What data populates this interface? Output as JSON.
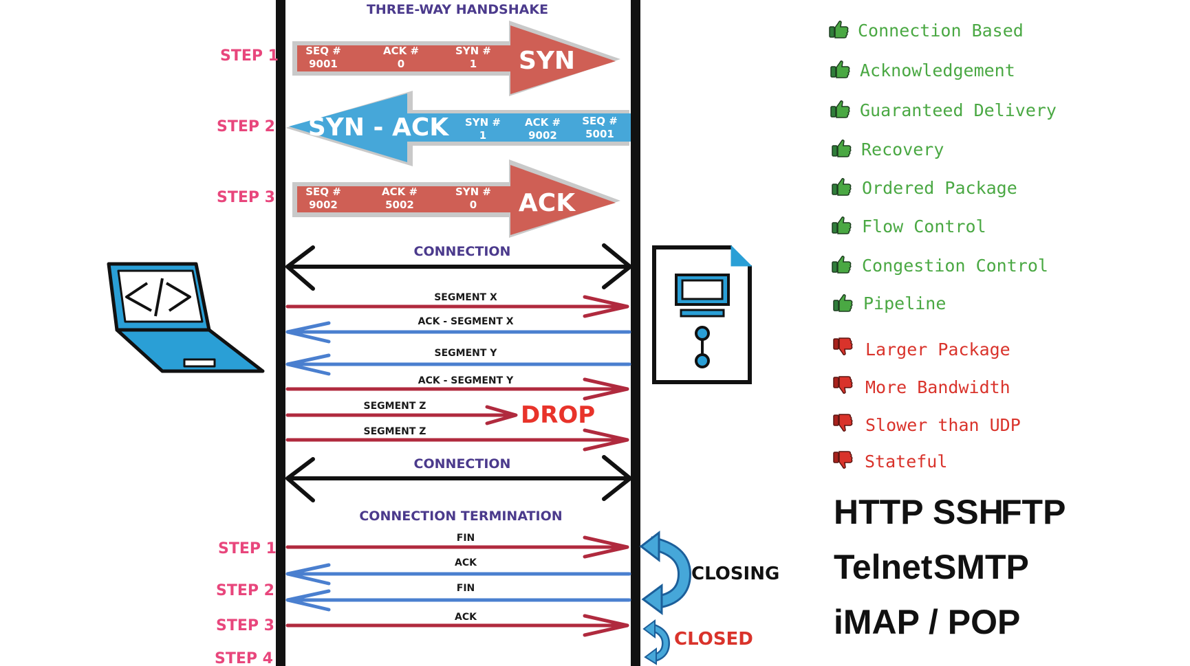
{
  "title": "THREE-WAY HANDSHAKE",
  "colors": {
    "syn_red": "#cf5f55",
    "syn_ack_blue": "#46a7d9",
    "step_pink": "#e8467c",
    "line_red": "#b02a3e",
    "line_blue": "#4a7fcf",
    "pro_green": "#4aa843",
    "con_red": "#d9332b",
    "title_purple": "#4b3a8c"
  },
  "handshake": {
    "step1": {
      "label": "STEP 1",
      "fields": [
        {
          "name": "SEQ #",
          "value": "9001"
        },
        {
          "name": "ACK #",
          "value": "0"
        },
        {
          "name": "SYN #",
          "value": "1"
        }
      ],
      "flag": "SYN"
    },
    "step2": {
      "label": "STEP 2",
      "fields": [
        {
          "name": "SYN #",
          "value": "1"
        },
        {
          "name": "ACK #",
          "value": "9002"
        },
        {
          "name": "SEQ #",
          "value": "5001"
        }
      ],
      "flag": "SYN - ACK"
    },
    "step3": {
      "label": "STEP 3",
      "fields": [
        {
          "name": "SEQ #",
          "value": "9002"
        },
        {
          "name": "ACK #",
          "value": "5002"
        },
        {
          "name": "SYN #",
          "value": "0"
        }
      ],
      "flag": "ACK"
    }
  },
  "connection_label": "CONNECTION",
  "segments": {
    "seg_x": "SEGMENT X",
    "ack_seg_x": "ACK - SEGMENT X",
    "seg_y": "SEGMENT Y",
    "ack_seg_y": "ACK - SEGMENT Y",
    "seg_z_1": "SEGMENT Z",
    "seg_z_2": "SEGMENT Z",
    "drop": "DROP"
  },
  "termination": {
    "title": "CONNECTION TERMINATION",
    "steps": [
      "STEP 1",
      "STEP 2",
      "STEP 3",
      "STEP 4"
    ],
    "messages": [
      "FIN",
      "ACK",
      "FIN",
      "ACK"
    ],
    "closing": "CLOSING",
    "closed": "CLOSED"
  },
  "pros": [
    "Connection Based",
    "Acknowledgement",
    "Guaranteed Delivery",
    "Recovery",
    "Ordered Package",
    "Flow Control",
    "Congestion Control",
    "Pipeline"
  ],
  "cons": [
    "Larger Package",
    "More Bandwidth",
    "Slower than UDP",
    "Stateful"
  ],
  "protocols": {
    "row1": [
      "HTTP",
      "SSH",
      "FTP"
    ],
    "row2": [
      "Telnet",
      "SMTP"
    ],
    "row3": [
      "iMAP / POP"
    ]
  },
  "icons": {
    "client": "laptop-code-icon",
    "server": "server-document-icon",
    "pro": "thumbs-up-icon",
    "con": "thumbs-down-icon"
  }
}
